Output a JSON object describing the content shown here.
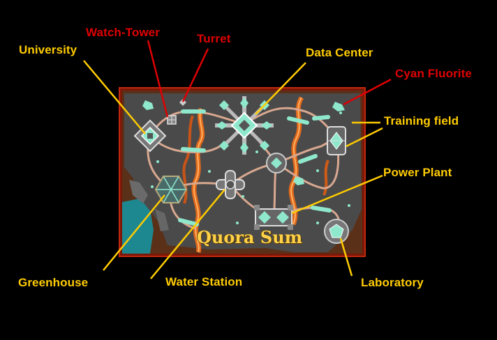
{
  "map": {
    "title": "Quora Sum"
  },
  "labels": {
    "university": "University",
    "watch_tower": "Watch-Tower",
    "turret": "Turret",
    "data_center": "Data Center",
    "cyan_fluorite": "Cyan Fluorite",
    "training_field": "Training field",
    "power_plant": "Power Plant",
    "greenhouse": "Greenhouse",
    "water_station": "Water Station",
    "laboratory": "Laboratory"
  },
  "colors": {
    "background": "#000000",
    "label_building": "#ffcc00",
    "label_resource": "#e00000",
    "map_ground": "#4a4a4a",
    "map_border": "#b02010",
    "lava": "#e0681c",
    "bridge": "#8fe8cc",
    "road": "#d8a890"
  },
  "icons": [
    "snowflake-data-center-icon",
    "diamond-university-icon",
    "cross-water-station-icon",
    "hexagon-greenhouse-icon",
    "pentagon-laboratory-icon",
    "shield-training-field-icon",
    "double-diamond-power-plant-icon",
    "tower-icon",
    "crystal-icon"
  ]
}
